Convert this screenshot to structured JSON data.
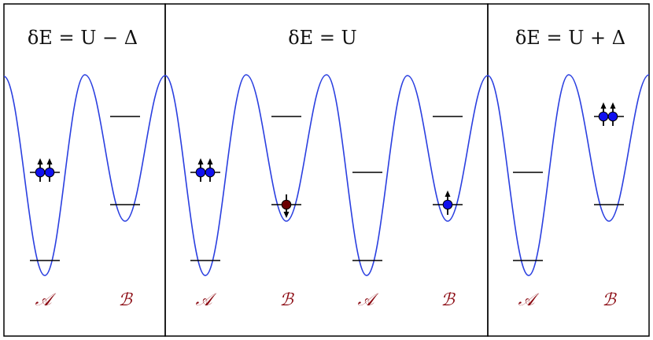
{
  "panels": [
    {
      "equation": "δE = U − Δ",
      "labels": [
        "𝒜",
        "ℬ"
      ]
    },
    {
      "equation": "δE = U",
      "labels": [
        "𝒜",
        "ℬ",
        "𝒜",
        "ℬ"
      ]
    },
    {
      "equation": "δE = U + Δ",
      "labels": [
        "𝒜",
        "ℬ"
      ]
    }
  ],
  "colors": {
    "potential": "#2a3fe0",
    "electron_up": "#1010ee",
    "electron_down": "#6b0000",
    "site_label": "#8b0a12",
    "frame": "#000000",
    "level": "#000000"
  }
}
